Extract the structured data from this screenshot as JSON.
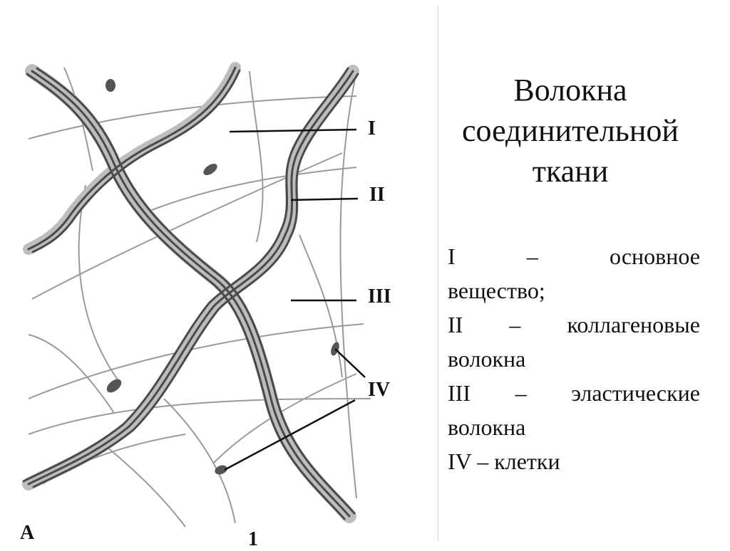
{
  "slide": {
    "title_lines": [
      "Волокна",
      "соединительной",
      "ткани"
    ],
    "legend": [
      {
        "parts": [
          "I",
          "–",
          "основное"
        ]
      },
      {
        "text": "вещество;"
      },
      {
        "parts": [
          "II",
          "–",
          "коллагеновые"
        ]
      },
      {
        "text": "волокна"
      },
      {
        "parts": [
          "III",
          "–",
          "эластические"
        ]
      },
      {
        "text": "волокна"
      },
      {
        "text": "IV – клетки"
      }
    ]
  },
  "figure": {
    "labels": [
      "I",
      "II",
      "III",
      "IV"
    ],
    "corner_letter": "А",
    "bottom_number": "1"
  },
  "colors": {
    "collagen": "#4a4a4a",
    "elastic": "#9a9a9a",
    "cell": "#555555",
    "text": "#111111"
  }
}
